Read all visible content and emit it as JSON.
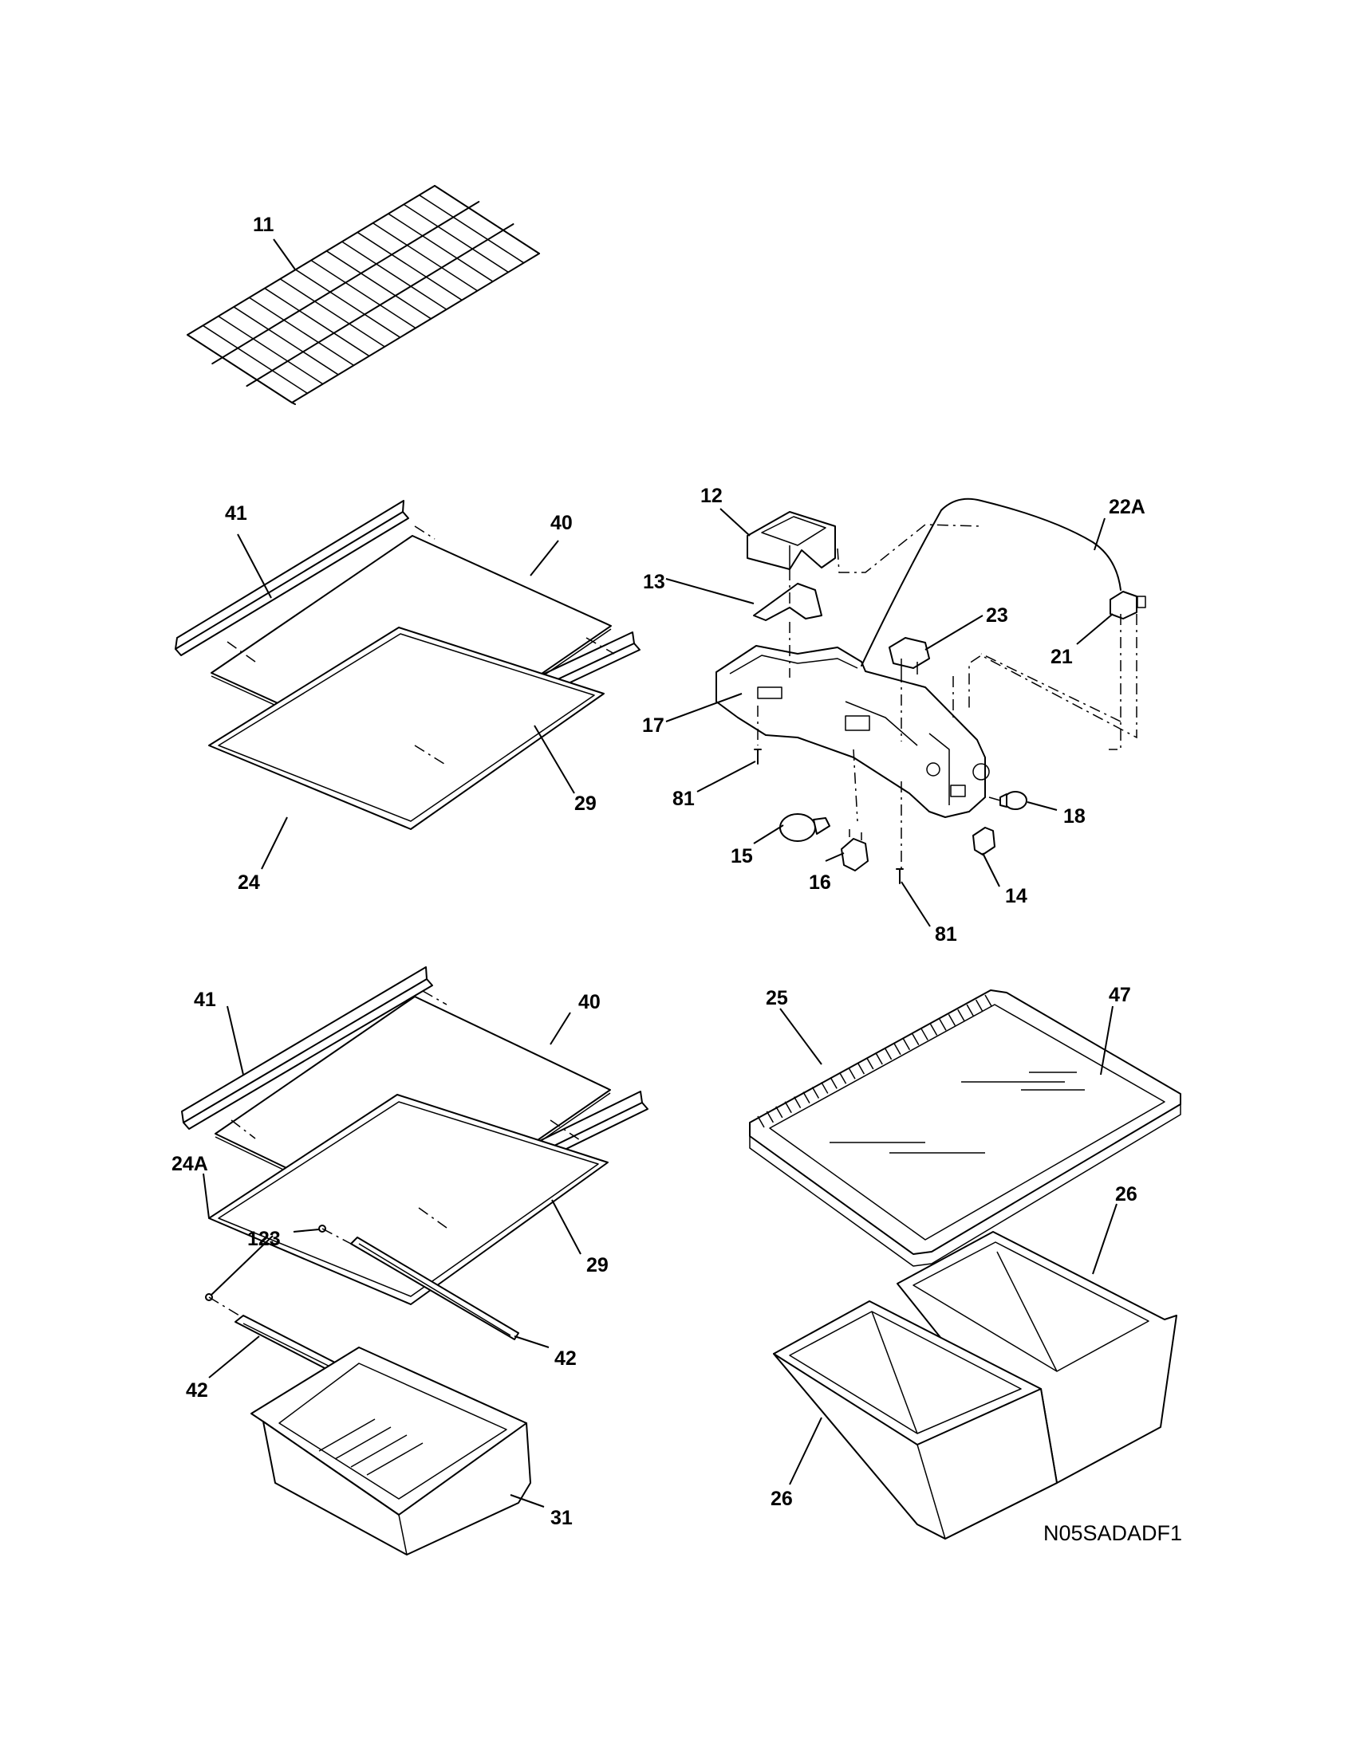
{
  "diagram_code": "N05SADADF1",
  "labels": {
    "l11": "11",
    "l41a": "41",
    "l40a": "40",
    "l29a": "29",
    "l24": "24",
    "l12": "12",
    "l13": "13",
    "l22a": "22A",
    "l23": "23",
    "l21": "21",
    "l17": "17",
    "l81a": "81",
    "l15": "15",
    "l16": "16",
    "l81b": "81",
    "l14": "14",
    "l18": "18",
    "l41b": "41",
    "l40b": "40",
    "l24a": "24A",
    "l123": "123",
    "l29b": "29",
    "l42a": "42",
    "l42b": "42",
    "l31": "31",
    "l25": "25",
    "l47": "47",
    "l26a": "26",
    "l26b": "26"
  }
}
